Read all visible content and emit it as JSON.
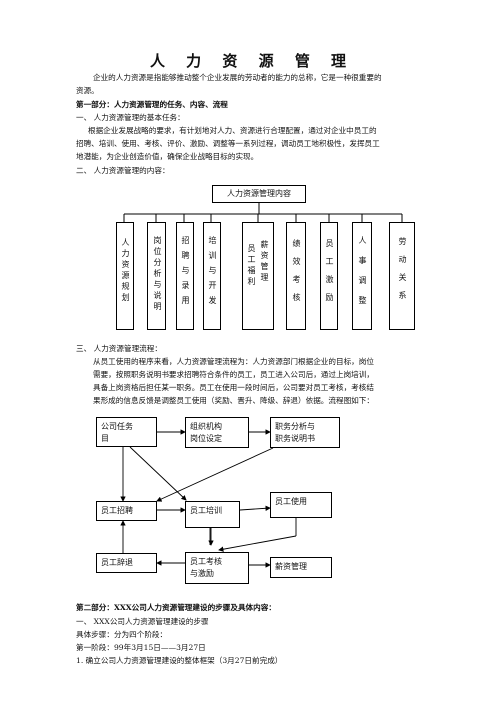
{
  "title": "人 力 资 源 管 理",
  "intro_1": "企业的人力资源是指能够推动整个企业发展的劳动者的能力的总称，它是一种很重要的",
  "intro_2": "资源。",
  "part1_heading": "第一部分：人力资源管理的任务、内容、流程",
  "s1_heading": "一、 人力资源管理的基本任务：",
  "s1_l1": "根据企业发展战略的要求，有计划地对人力、资源进行合理配置，通过对企业中员工的",
  "s1_l2": "招聘、培训、使用、考核、评价、激励、调整等一系列过程，调动员工地积极性，发挥员工",
  "s1_l3": "地潜能，为企业创造价值，确保企业战略目标的实现。",
  "s2_heading": "二、 人力资源管理的内容：",
  "content_root": "人力资源管理内容",
  "content_items": [
    "人力资源规划",
    "岗位分析与说明",
    "招聘与录用",
    "培训与开发",
    "员工福利",
    "薪资管理",
    "绩效考核",
    "员工激励",
    "人事调整",
    "劳动关系"
  ],
  "s3_heading": "三、 人力资源管理流程：",
  "s3_l1": "从员工使用的程序来看，人力资源管理流程为：人力资源部门根据企业的目标，岗位",
  "s3_l2": "需要，按照职务说明书要求招聘符合条件的员工，员工进入公司后，通过上岗培训，",
  "s3_l3": "具备上岗资格后担任某一职务。员工在使用一段时间后，公司要对员工考核，考核结",
  "s3_l4": "果形成的信息反馈是调整员工使用（奖励、晋升、降级、辞退）依据。流程图如下：",
  "flow": {
    "task_1": "公司任务",
    "task_2": "目",
    "org_1": "组织机构",
    "org_2": "岗位设定",
    "job_1": "职务分析与",
    "job_2": "职务说明书",
    "recruit": "员工招聘",
    "training": "员工培训",
    "use": "员工使用",
    "dismiss": "员工辞退",
    "assess_1": "员工考核",
    "assess_2": "与激励",
    "salary": "薪资管理"
  },
  "part2_heading": "第二部分：XXX公司人力资源管理建设的步骤及具体内容：",
  "p2_s1": "一、 XXX公司人力资源管理建设的步骤",
  "p2_l1": "具体步骤：分为四个阶段：",
  "p2_l2": "第一阶段：99年3月15日——3月27日",
  "p2_l3": "1.   确立公司人力资源管理建设的整体框架（3月27日前完成）"
}
